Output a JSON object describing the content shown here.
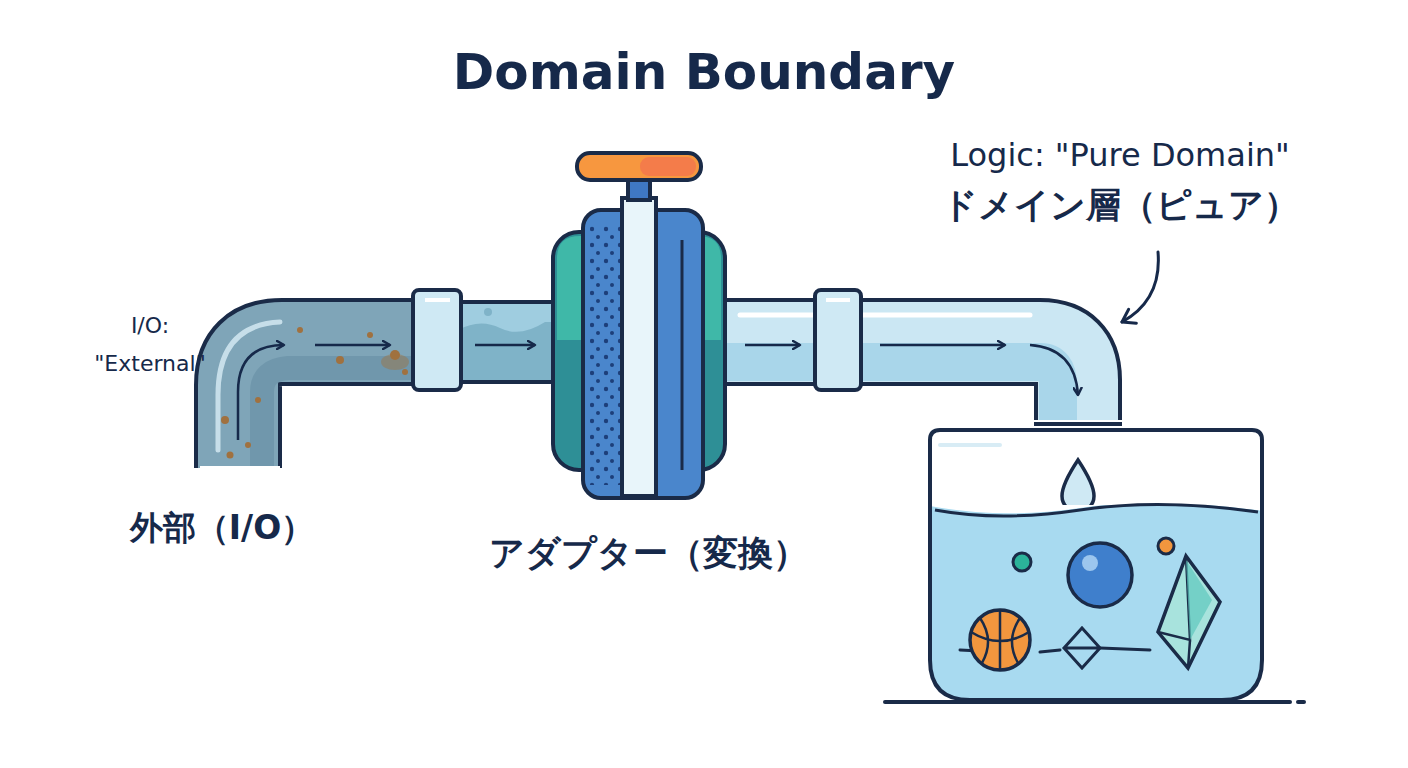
{
  "diagram": {
    "title": "Domain Boundary",
    "labels": [
      "I/O: \"External\"",
      "外部（I/O）",
      "アダプター（変換）",
      "Logic: \"Pure Domain\"",
      "ドメイン層（ピュア）"
    ]
  }
}
